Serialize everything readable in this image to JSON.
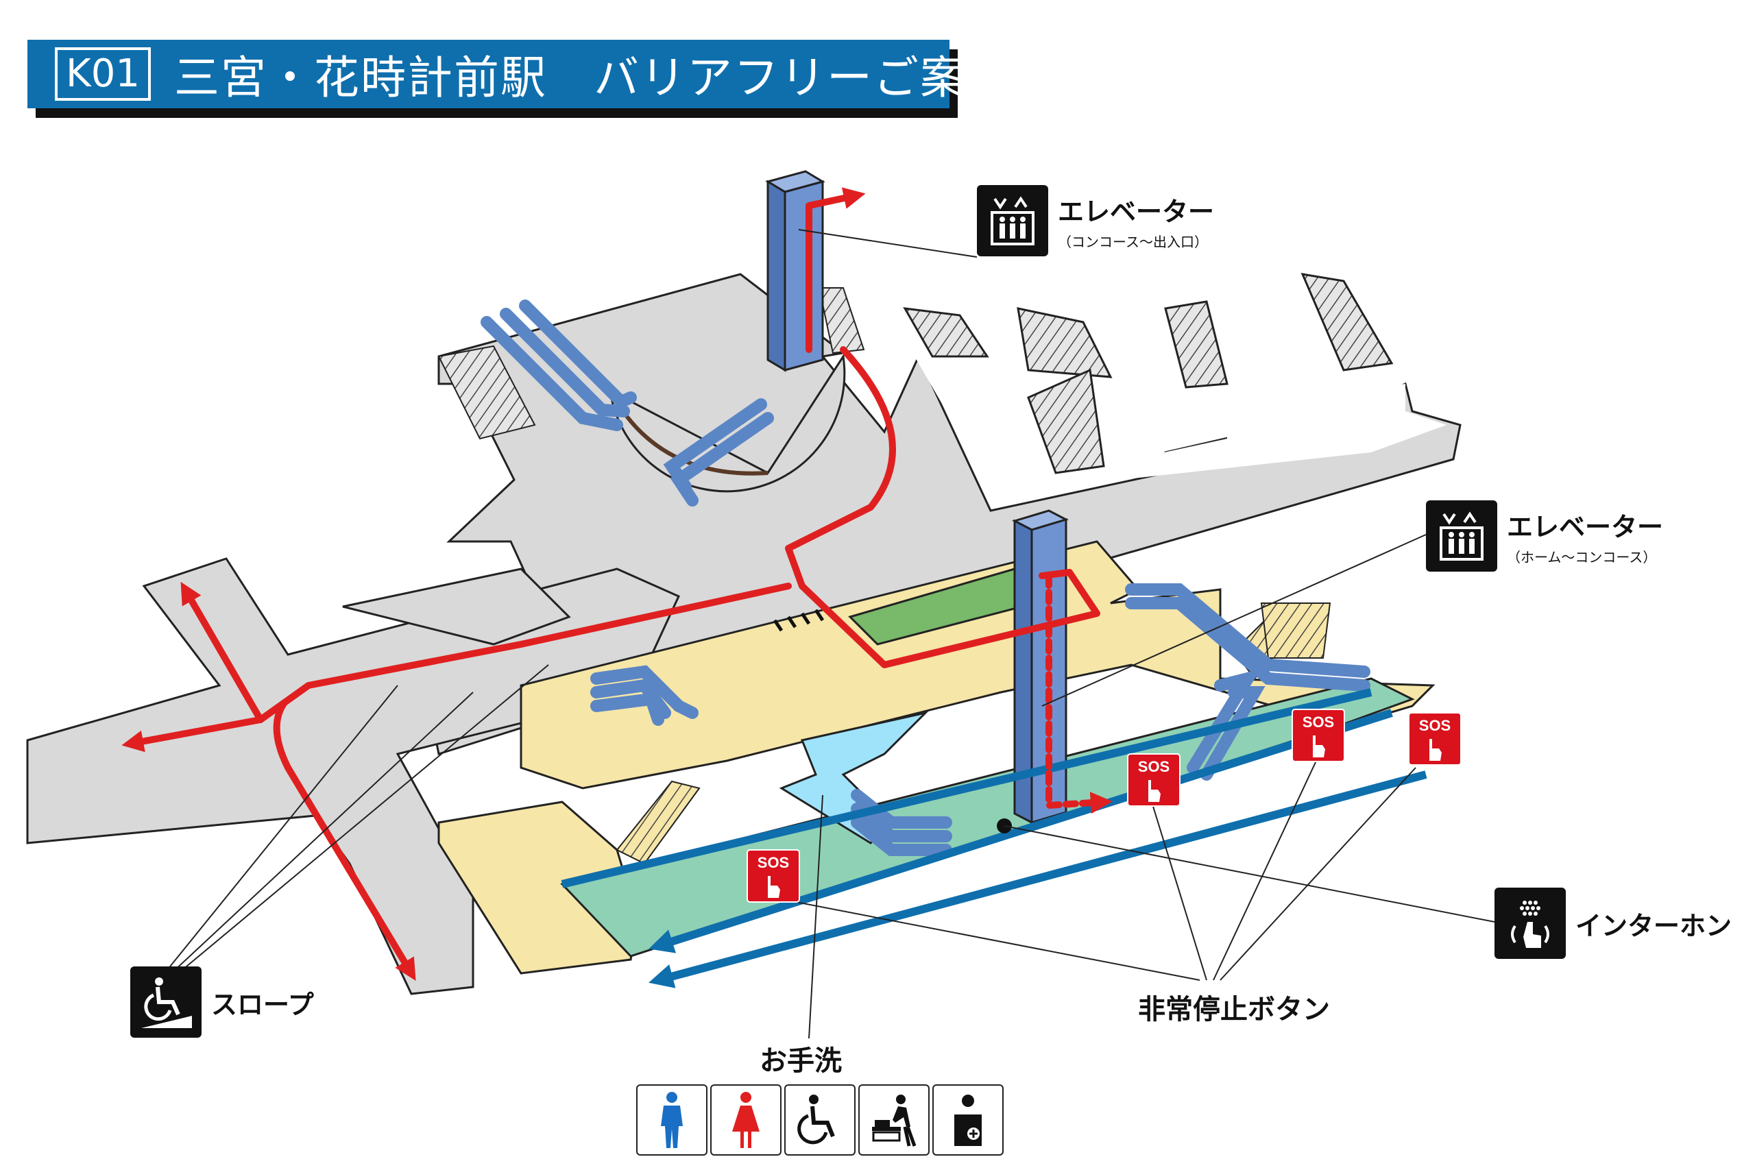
{
  "header": {
    "station_code": "K01",
    "title": "三宮・花時計前駅　バリアフリーご案内図"
  },
  "legends": {
    "elevator_upper": {
      "label": "エレベーター",
      "sub": "（コンコース〜出入口）",
      "icon": "elevator-icon"
    },
    "elevator_lower": {
      "label": "エレベーター",
      "sub": "（ホーム〜コンコース）",
      "icon": "elevator-icon"
    },
    "intercom": {
      "label": "インターホン",
      "icon": "intercom-icon"
    },
    "slope": {
      "label": "スロープ",
      "icon": "wheelchair-slope-icon"
    },
    "emergency": {
      "label": "非常停止ボタン",
      "badge": "SOS"
    },
    "restroom": {
      "label": "お手洗",
      "icons": [
        "male-toilet-icon",
        "female-toilet-icon",
        "accessible-toilet-icon",
        "baby-changing-icon",
        "ostomate-icon"
      ]
    }
  },
  "sos_badges": [
    "SOS",
    "SOS",
    "SOS",
    "SOS"
  ],
  "colors": {
    "banner": "#0f6fad",
    "route": "#e02020",
    "concourse": "#d9d9d9",
    "platform_level": "#f6e6a8",
    "platform": "#8fd1b5",
    "elevator": "#6f93d1",
    "escalator": "#5b86c5",
    "restroom": "#9fe3fb",
    "waiting_area": "#78b96a",
    "track_arrow": "#0f6fad",
    "sos": "#d9121d"
  }
}
